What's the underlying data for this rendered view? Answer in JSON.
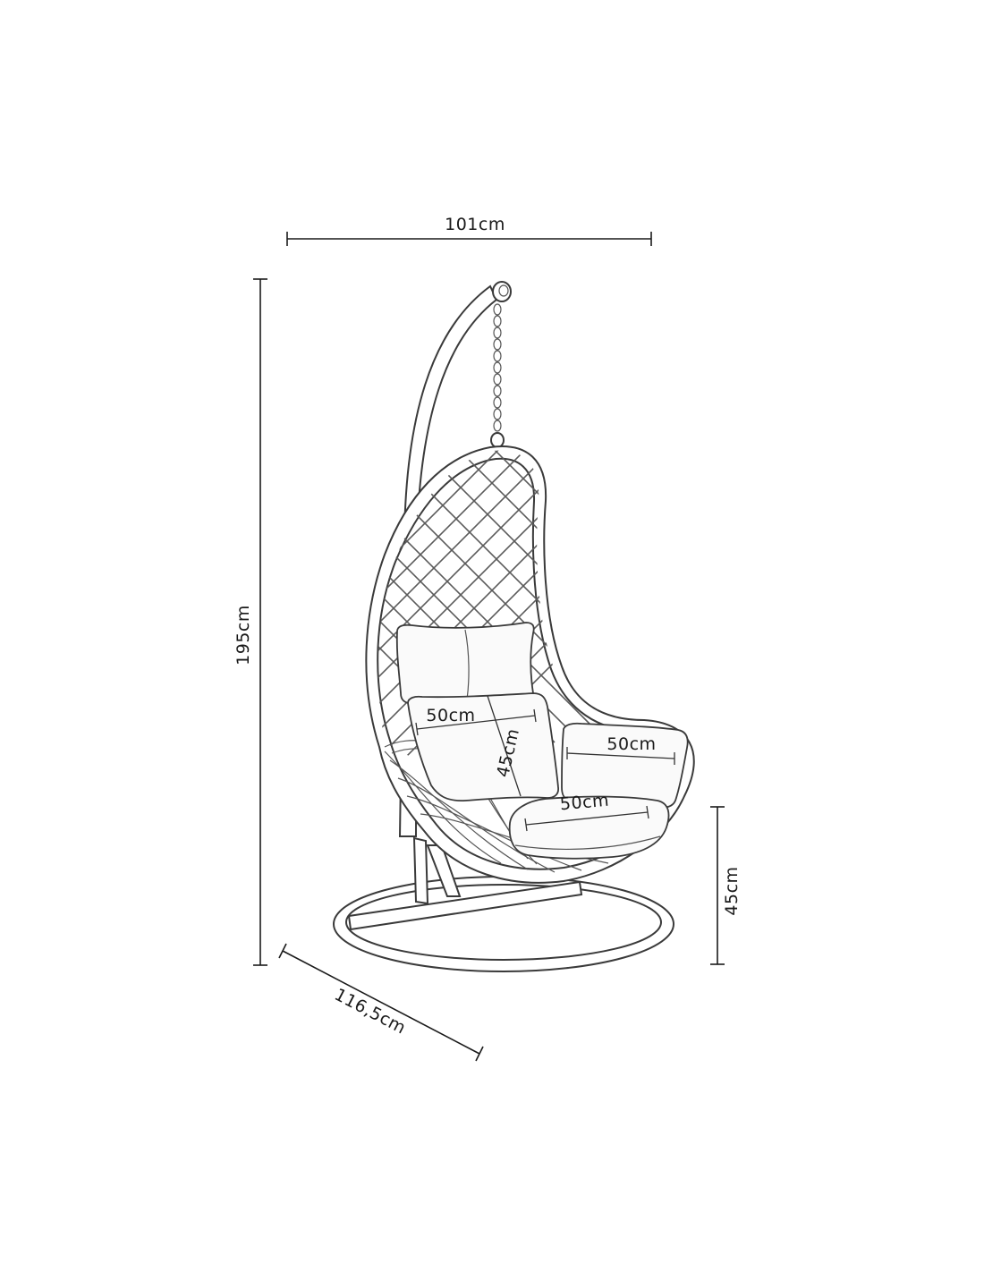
{
  "product": {
    "name": "hanging-egg-chair"
  },
  "dimensions": {
    "overall_width": "101cm",
    "overall_height": "195cm",
    "base_diameter": "116,5cm",
    "seat_height": "45cm",
    "back_cushion_width": "50cm",
    "back_cushion_height": "45cm",
    "side_cushion_width": "50cm",
    "seat_cushion_width": "50cm"
  },
  "colors": {
    "line": "#1a1a1a",
    "background": "#ffffff"
  }
}
